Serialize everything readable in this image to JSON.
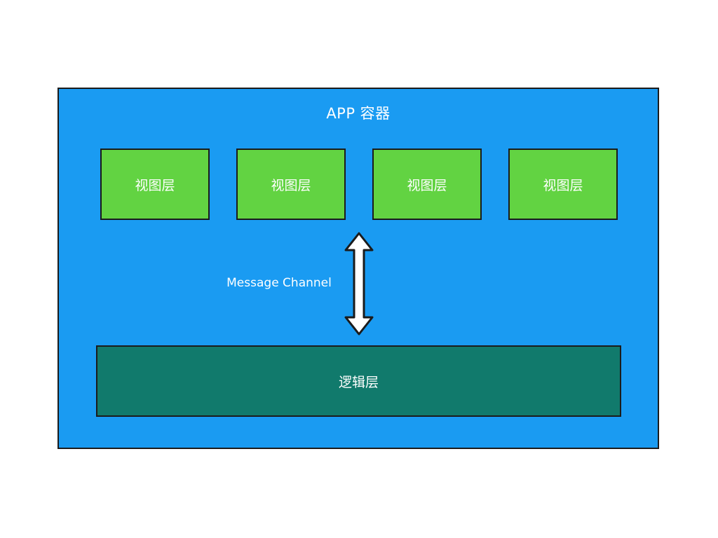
{
  "diagram": {
    "container_label": "APP 容器",
    "view_layers": [
      {
        "label": "视图层"
      },
      {
        "label": "视图层"
      },
      {
        "label": "视图层"
      },
      {
        "label": "视图层"
      }
    ],
    "channel_label": "Message Channel",
    "logic_layer_label": "逻辑层",
    "arrow_icon": "double-headed-vertical-arrow"
  },
  "colors": {
    "container": "#1a9bf2",
    "view_layer": "#62d342",
    "logic_layer": "#117a6c",
    "outline": "#1b1b1b",
    "text": "#ffffff"
  }
}
